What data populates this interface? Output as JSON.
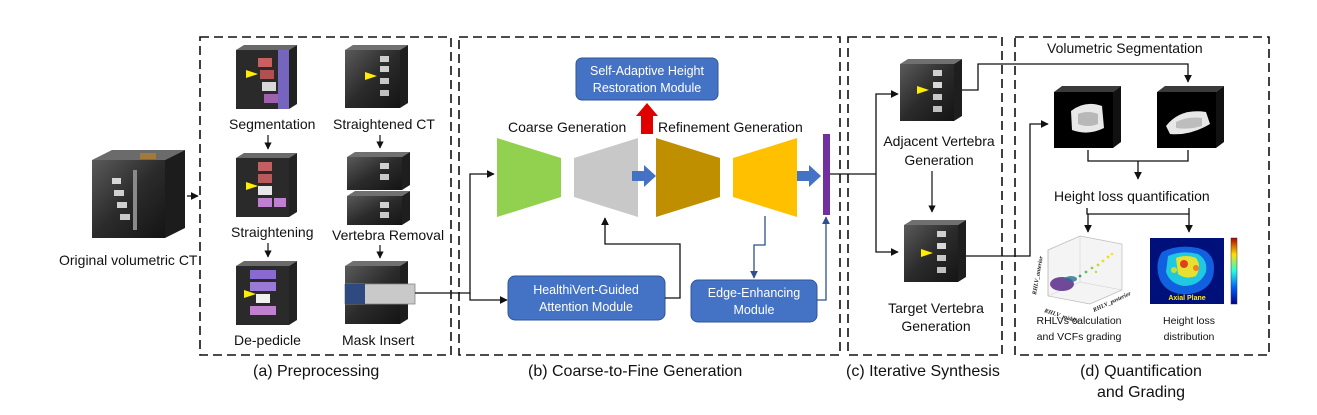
{
  "input": {
    "label": "Original volumetric CT"
  },
  "preprocessing": {
    "title": "(a) Preprocessing",
    "steps": {
      "segmentation": "Segmentation",
      "straightening": "Straightening",
      "depedicle": "De-pedicle",
      "straightened_ct": "Straightened CT",
      "vertebra_removal": "Vertebra Removal",
      "mask_insert": "Mask Insert"
    }
  },
  "generation": {
    "title": "(b) Coarse-to-Fine Generation",
    "coarse": "Coarse Generation",
    "refinement": "Refinement Generation",
    "modules": {
      "height_line1": "Self-Adaptive Height",
      "height_line2": "Restoration Module",
      "healthivert_line1": "HealthiVert-Guided",
      "healthivert_line2": "Attention Module",
      "edge_line1": "Edge-Enhancing",
      "edge_line2": "Module"
    },
    "colors": {
      "module_blue": "#4472c4",
      "coarse_encoder": "#92d050",
      "coarse_decoder": "#c8c8c8",
      "refine_encoder": "#bf8f00",
      "refine_decoder": "#ffc000",
      "fusion_bar": "#7030a0",
      "up_arrow": "#e00000"
    }
  },
  "synthesis": {
    "title": "(c) Iterative  Synthesis",
    "adjacent_line1": "Adjacent Vertebra",
    "adjacent_line2": "Generation",
    "target_line1": "Target Vertebra",
    "target_line2": "Generation"
  },
  "quantification": {
    "title_line1": "(d) Quantification",
    "title_line2": "and Grading",
    "volumetric": "Volumetric Segmentation",
    "height_loss": "Height loss quantification",
    "rhlv_line1": "RHLVs calculation",
    "rhlv_line2": "and VCFs grading",
    "dist_line1": "Height loss",
    "dist_line2": "distribution",
    "axial_plane": "Axial Plane",
    "axis_1": "RHLV_anterior",
    "axis_2": "RHLV_middle",
    "axis_3": "RHLV_posterior"
  }
}
